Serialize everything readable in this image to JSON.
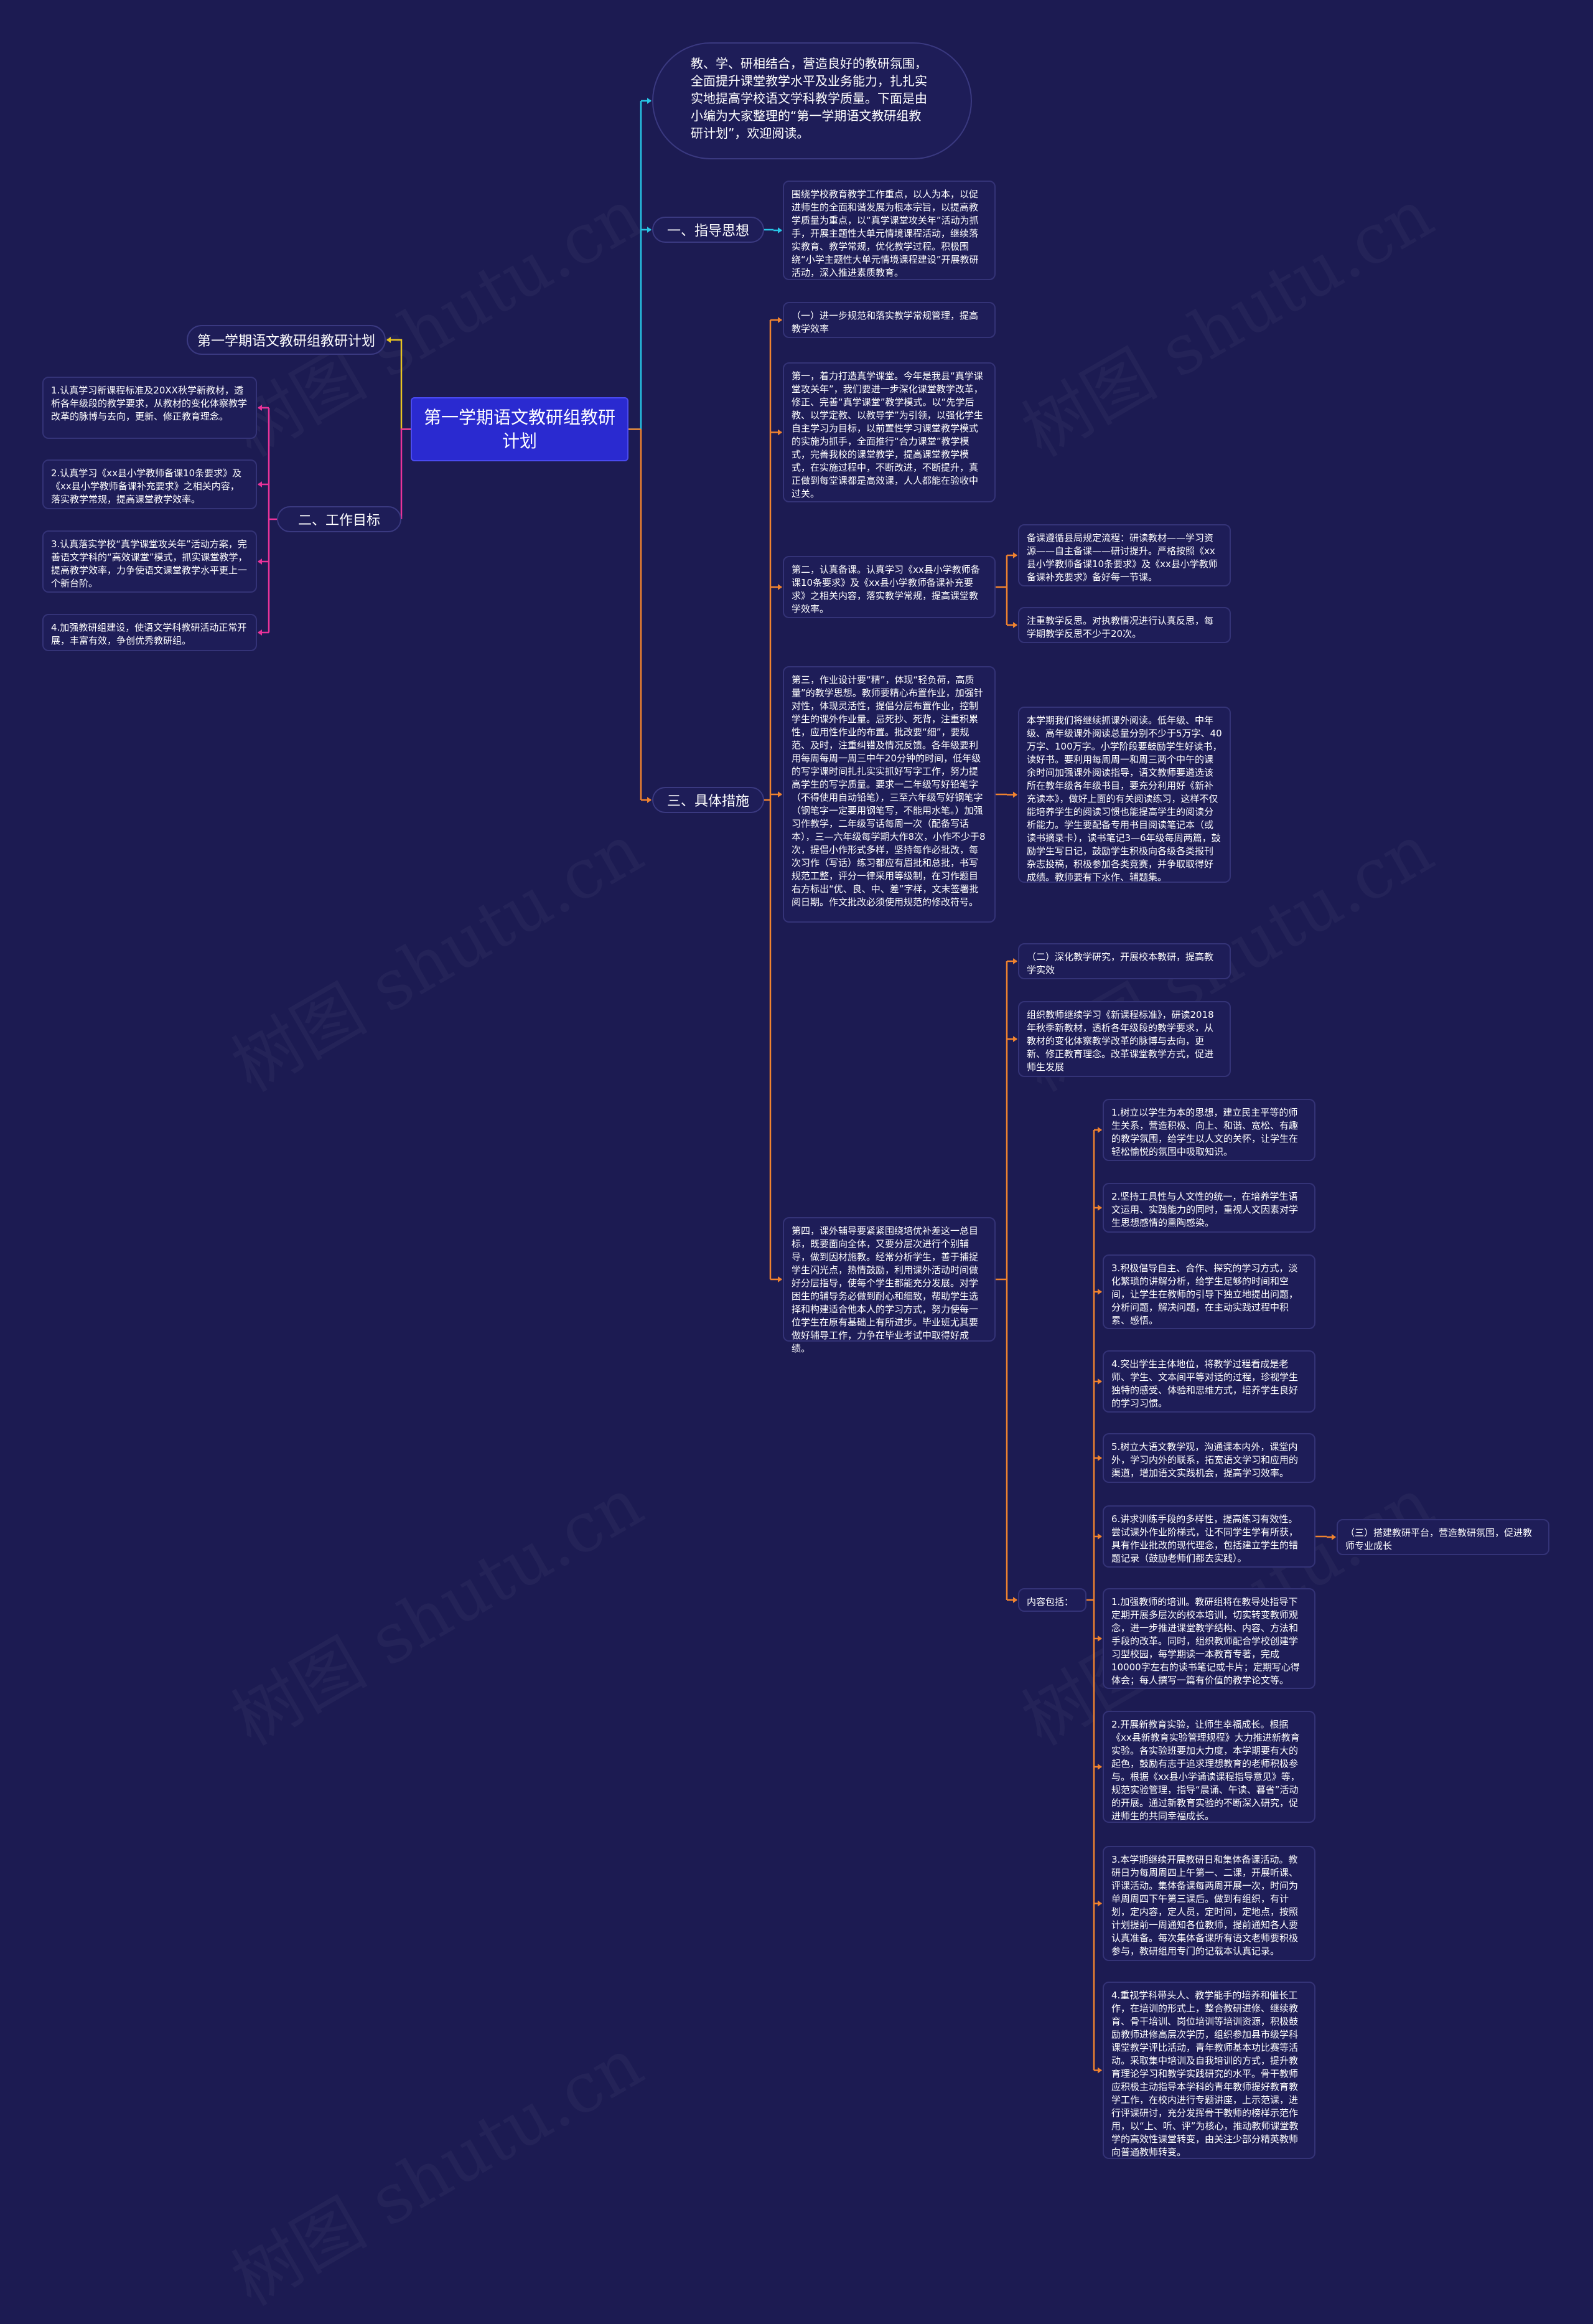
{
  "root": "第一学期语文教研组教研计划",
  "intro": "教、学、研相结合，营造良好的教研氛围，全面提升课堂教学水平及业务能力，扎扎实实地提高学校语文学科教学质量。下面是由小编为大家整理的“第一学期语文教研组教研计划”，欢迎阅读。",
  "left": {
    "title_node": "第一学期语文教研组教研计划",
    "goals_label": "二、工作目标",
    "goals": [
      "1.认真学习新课程标准及20XX秋学新教材，透析各年级段的教学要求，从教材的变化体察教学改革的脉博与去向，更新、修正教育理念。",
      "2.认真学习《xx县小学教师备课10条要求》及《xx县小学教师备课补充要求》之相关内容，落实教学常规，提高课堂教学效率。",
      "3.认真落实学校“真学课堂攻关年”活动方案，完善语文学科的“高效课堂”模式，抓实课堂教学，提高教学效率，力争使语文课堂教学水平更上一个新台阶。",
      "4.加强教研组建设，使语文学科教研活动正常开展，丰富有效，争创优秀教研组。"
    ]
  },
  "guide": {
    "label": "一、指导思想",
    "text": "围绕学校教育教学工作重点，以人为本，以促进师生的全面和谐发展为根本宗旨，以提高教学质量为重点，以“真学课堂攻关年”活动为抓手，开展主题性大单元情境课程活动，继续落实教育、教学常规，优化教学过程。积极围绕“小学主题性大单元情境课程建设”开展教研活动，深入推进素质教育。"
  },
  "measures": {
    "label": "三、具体措施",
    "m1": "（一）进一步规范和落实教学常规管理，提高教学效率",
    "first": "第一，着力打造真学课堂。今年是我县“真学课堂攻关年”，我们要进一步深化课堂教学改革，修正、完善“真学课堂”教学模式。以“先学后教、以学定教、以教导学”为引领，以强化学生自主学习为目标，以前置性学习课堂教学模式的实施为抓手，全面推行“合力课堂”教学模式，完善我校的课堂教学，提高课堂教学模式，在实施过程中，不断改进，不断提升，真正做到每堂课都是高效课，人人都能在验收中过关。",
    "second": "第二，认真备课。认真学习《xx县小学教师备课10条要求》及《xx县小学教师备课补充要求》之相关内容，落实教学常规，提高课堂教学效率。",
    "second_a": "备课遵循县局规定流程：研读教材——学习资源——自主备课——研讨提升。严格按照《xx县小学教师备课10条要求》及《xx县小学教师备课补充要求》备好每一节课。",
    "second_b": "注重教学反思。对执教情况进行认真反思，每学期教学反思不少于20次。",
    "third": "第三，作业设计要“精”，体现“轻负荷，高质量”的教学思想。教师要精心布置作业，加强针对性，体现灵活性，提倡分层布置作业，控制学生的课外作业量。忌死抄、死背，注重积累性，应用性作业的布置。批改要“细”，要规范、及时，注重纠错及情况反馈。各年级要利用每周每周一周三中午20分钟的时间，低年级的写字课时间扎扎实实抓好写字工作，努力提高学生的写字质量。要求一二年级写好铅笔字（不得使用自动铅笔），三至六年级写好钢笔字（钢笔字一定要用钢笔写，不能用水笔。）加强习作教学，二年级写话每周一次（配备写话本），三—六年级每学期大作8次，小作不少于8次，提倡小作形式多样，坚持每作必批改，每次习作（写话）练习都应有眉批和总批，书写规范工整，评分一律采用等级制，在习作题目右方标出“优、良、中、差”字样，文末签署批阅日期。作文批改必须使用规范的修改符号。",
    "third_reading": "本学期我们将继续抓课外阅读。低年级、中年级、高年级课外阅读总量分别不少于5万字、40万字、100万字。小学阶段要鼓励学生好读书，读好书。要利用每周周一和周三两个中午的课余时间加强课外阅读指导，语文教师要遴选该所在教年级各年级书目，要充分利用好《新补充读本》，做好上面的有关阅读练习，这样不仅能培养学生的阅读习惯也能提高学生的阅读分析能力。学生要配备专用书目阅读笔记本（或读书摘录卡），读书笔记3—6年级每周两篇，鼓励学生写日记，鼓励学生积极向各级各类报刊杂志投稿，积极参加各类竞赛，并争取取得好成绩。教师要有下水作、辅题集。",
    "fourth": "第四，课外辅导要紧紧围绕培优补差这一总目标，既要面向全体，又要分层次进行个别辅导，做到因材施教。经常分析学生，善于捕捉学生闪光点，热情鼓励，利用课外活动时间做好分层指导，使每个学生都能充分发展。对学困生的辅导务必做到耐心和细致，帮助学生选择和构建适合他本人的学习方式，努力使每一位学生在原有基础上有所进步。毕业班尤其要做好辅导工作，力争在毕业考试中取得好成绩。",
    "m2": "（二）深化教学研究，开展校本教研，提高教学实效",
    "m2_text": "组织教师继续学习《新课程标准》，研读2018年秋季新教材，透析各年级段的教学要求，从教材的变化体察教学改革的脉博与去向，更新、修正教育理念。改革课堂教学方式，促进师生发展",
    "content_label": "内容包括：",
    "content_items": [
      "1.树立以学生为本的思想，建立民主平等的师生关系，营造积极、向上、和谐、宽松、有趣的教学氛围，给学生以人文的关怀，让学生在轻松愉悦的氛围中吸取知识。",
      "2.坚持工具性与人文性的统一，在培养学生语文运用、实践能力的同时，重视人文因素对学生思想感情的熏陶感染。",
      "3.积极倡导自主、合作、探究的学习方式，淡化繁琐的讲解分析，给学生足够的时间和空间，让学生在教师的引导下独立地提出问题，分析问题，解决问题，在主动实践过程中积累、感悟。",
      "4.突出学生主体地位，将教学过程看成是老师、学生、文本间平等对话的过程，珍视学生独特的感受、体验和思维方式，培养学生良好的学习习惯。",
      "5.树立大语文教学观，沟通课本内外，课堂内外，学习内外的联系，拓宽语文学习和应用的渠道，增加语文实践机会，提高学习效率。",
      "6.讲求训练手段的多样性，提高练习有效性。尝试课外作业阶梯式，让不同学生学有所获，具有作业批改的现代理念，包括建立学生的错题记录（鼓励老师们都去实践）。"
    ],
    "m3": "（三）搭建教研平台，营造教研氛围，促进教师专业成长",
    "m3_items": [
      "1.加强教师的培训。教研组将在教导处指导下定期开展多层次的校本培训，切实转变教师观念，进一步推进课堂教学结构、内容、方法和手段的改革。同时，组织教师配合学校创建学习型校园，每学期读一本教育专著，完成10000字左右的读书笔记或卡片；定期写心得体会；每人撰写一篇有价值的教学论文等。",
      "2.开展新教育实验，让师生幸福成长。根据《xx县新教育实验管理规程》大力推进新教育实验。各实验班要加大力度，本学期要有大的起色，鼓励有志于追求理想教育的老师积极参与。根据《xx县小学诵读课程指导意见》等，规范实验管理，指导“晨诵、午读、暮省”活动的开展。通过新教育实验的不断深入研究，促进师生的共同幸福成长。",
      "3.本学期继续开展教研日和集体备课活动。教研日为每周周四上午第一、二课，开展听课、评课活动。集体备课每两周开展一次，时间为单周周四下午第三课后。做到有组织，有计划，定内容，定人员，定时间，定地点，按照计划提前一周通知各位教师，提前通知各人要认真准备。每次集体备课所有语文老师要积极参与，教研组用专门的记载本认真记录。",
      "4.重视学科带头人、教学能手的培养和催长工作，在培训的形式上，整合教研进修、继续教育、骨干培训、岗位培训等培训资源，积极鼓励教师进修高层次学历，组织参加县市级学科课堂教学评比活动，青年教师基本功比赛等活动。采取集中培训及自我培训的方式，提升教育理论学习和教学实践研究的水平。骨干教师应积极主动指导本学科的青年教师提好教育教学工作，在校内进行专题讲座，上示范课，进行评课研讨，充分发挥骨干教师的榜样示范作用，以“上、听、评”为核心，推动教师课堂教学的高效性课堂转变，由关注少部分精英教师向普通教师转变。"
    ]
  },
  "watermark": "树图 shutu.cn",
  "colors": {
    "background": "#1c1b52",
    "root": "#2a2ad0",
    "edge_guide": "#27c6e6",
    "edge_measures": "#f0832f",
    "edge_title": "#e8c420",
    "edge_goals": "#e9339a"
  }
}
